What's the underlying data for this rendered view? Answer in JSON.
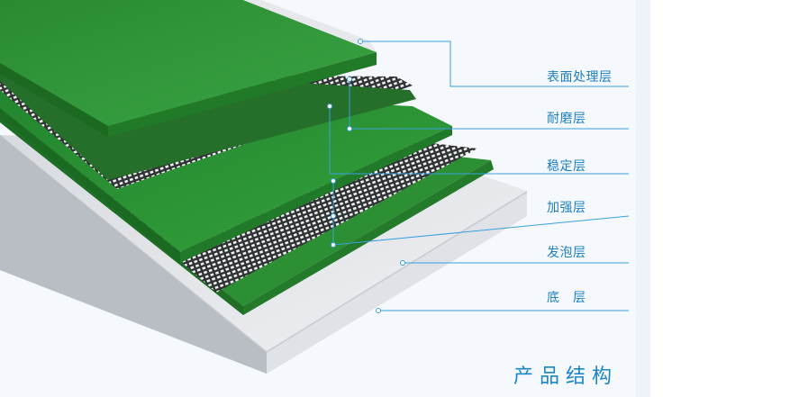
{
  "diagram": {
    "layers": [
      {
        "key": "surface",
        "label": "表面处理层"
      },
      {
        "key": "wear",
        "label": "耐磨层"
      },
      {
        "key": "stable",
        "label": "稳定层"
      },
      {
        "key": "reinforce",
        "label": "加强层"
      },
      {
        "key": "foam",
        "label": "发泡层"
      },
      {
        "key": "base",
        "label": "底　层"
      }
    ],
    "caption": "产品结构",
    "colors": {
      "leader": "#3aa0de",
      "green": "#2f9a3a",
      "green_dark": "#1f7a2a",
      "base": "#e4e6ea"
    }
  }
}
